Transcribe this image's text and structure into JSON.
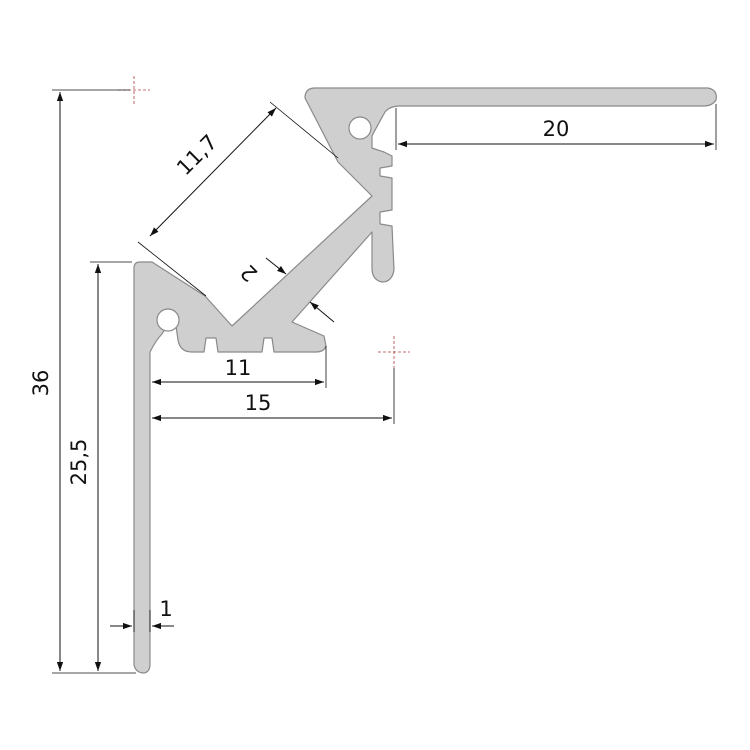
{
  "diagram": {
    "colors": {
      "profile_fill": "#cfcfcf",
      "profile_stroke": "#8a8a8a",
      "dimension": "#111111",
      "center_mark": "#b04040"
    },
    "dimensions": {
      "total_height": "36",
      "inner_height": "25,5",
      "diagonal_width": "11,7",
      "top_flange": "20",
      "wall_thickness": "1",
      "bottom_inner": "11",
      "bottom_outer": "15",
      "diagonal_thickness": "2"
    }
  }
}
